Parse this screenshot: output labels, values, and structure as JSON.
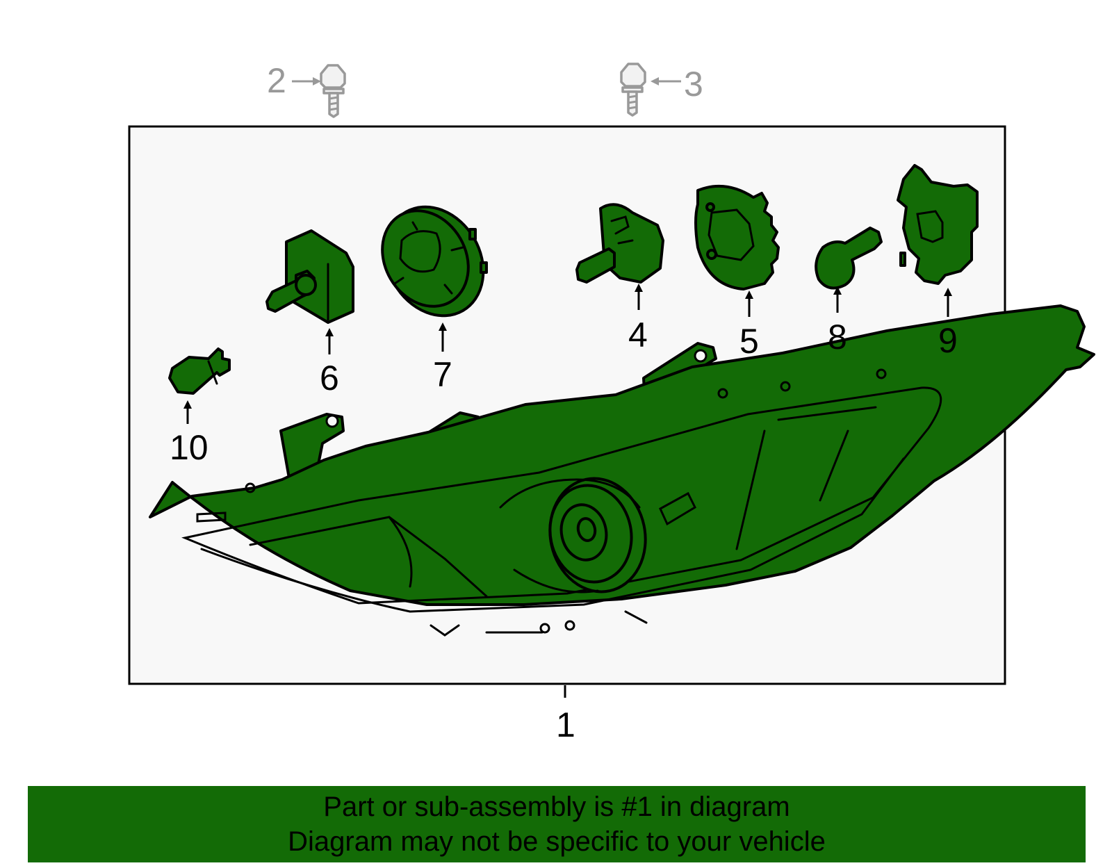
{
  "colors": {
    "part_fill": "#136b06",
    "part_stroke": "#000000",
    "frame_fill": "#f8f8f8",
    "banner_bg": "#136b06",
    "gray_callout": "#999999"
  },
  "callouts": {
    "c1": "1",
    "c2": "2",
    "c3": "3",
    "c4": "4",
    "c5": "5",
    "c6": "6",
    "c7": "7",
    "c8": "8",
    "c9": "9",
    "c10": "10"
  },
  "banner": {
    "line1": "Part or sub-assembly is #1 in diagram",
    "line2": "Diagram may not be specific to your vehicle"
  }
}
